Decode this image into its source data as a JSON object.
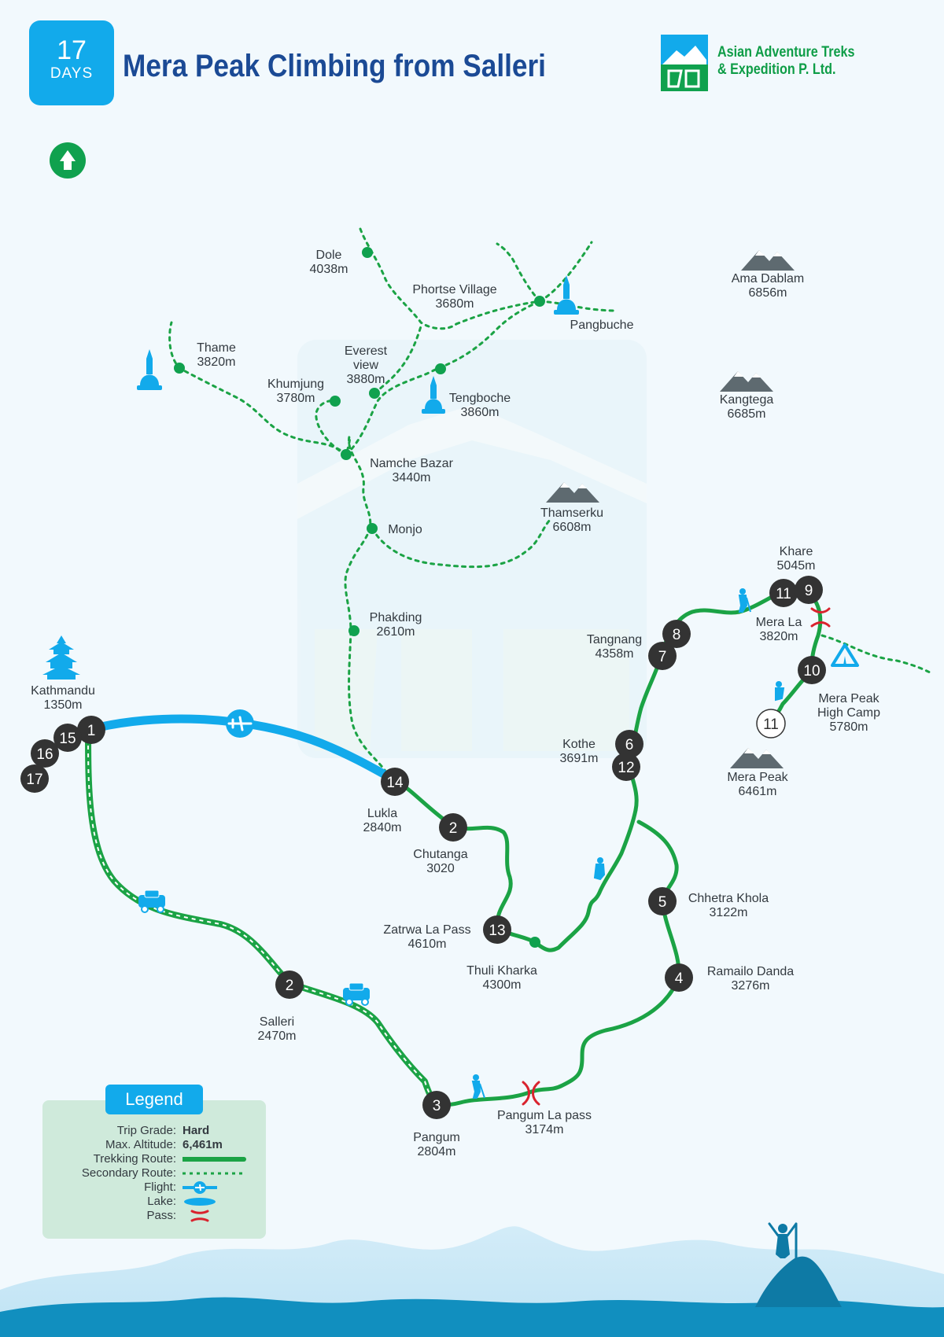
{
  "header": {
    "days_number": "17",
    "days_label": "DAYS",
    "title": "Mera Peak Climbing from Salleri"
  },
  "company": {
    "name_line1": "Asian Adventure Treks",
    "name_line2": "& Expedition P. Ltd."
  },
  "colors": {
    "trekking_route": "#1ba345",
    "secondary_route": "#1ba345",
    "flight": "#12aaeb",
    "node_fill": "#333333",
    "pass": "#d9232e",
    "title": "#1b4a95"
  },
  "places": {
    "kathmandu": {
      "name": "Kathmandu",
      "alt": "1350m"
    },
    "lukla": {
      "name": "Lukla",
      "alt": "2840m"
    },
    "chutanga": {
      "name": "Chutanga",
      "alt": "3020"
    },
    "zatrwa": {
      "name": "Zatrwa La Pass",
      "alt": "4610m"
    },
    "thuli": {
      "name": "Thuli Kharka",
      "alt": "4300m"
    },
    "salleri": {
      "name": "Salleri",
      "alt": "2470m"
    },
    "pangum": {
      "name": "Pangum",
      "alt": "2804m"
    },
    "pangum_pass": {
      "name": "Pangum La pass",
      "alt": "3174m"
    },
    "ramailo": {
      "name": "Ramailo Danda",
      "alt": "3276m"
    },
    "chhetra": {
      "name": "Chhetra Khola",
      "alt": "3122m"
    },
    "kothe": {
      "name": "Kothe",
      "alt": "3691m"
    },
    "tangnang": {
      "name": "Tangnang",
      "alt": "4358m"
    },
    "khare": {
      "name": "Khare",
      "alt": "5045m"
    },
    "mera_la": {
      "name": "Mera La",
      "alt": "3820m"
    },
    "high_camp": {
      "name_l1": "Mera Peak",
      "name_l2": "High Camp",
      "alt": "5780m"
    },
    "mera_peak": {
      "name": "Mera Peak",
      "alt": "6461m"
    },
    "ama_dablam": {
      "name": "Ama Dablam",
      "alt": "6856m"
    },
    "kangtega": {
      "name": "Kangtega",
      "alt": "6685m"
    },
    "thamserku": {
      "name": "Thamserku",
      "alt": "6608m"
    },
    "dole": {
      "name": "Dole",
      "alt": "4038m"
    },
    "phortse": {
      "name": "Phortse Village",
      "alt": "3680m"
    },
    "pangbuche": {
      "name": "Pangbuche"
    },
    "thame": {
      "name": "Thame",
      "alt": "3820m"
    },
    "everest_view": {
      "name_l1": "Everest",
      "name_l2": "view",
      "alt": "3880m"
    },
    "khumjung": {
      "name": "Khumjung",
      "alt": "3780m"
    },
    "tengboche": {
      "name": "Tengboche",
      "alt": "3860m"
    },
    "namche": {
      "name": "Namche Bazar",
      "alt": "3440m"
    },
    "monjo": {
      "name": "Monjo"
    },
    "phakding": {
      "name": "Phakding",
      "alt": "2610m"
    }
  },
  "days": {
    "d1": "1",
    "d2": "2",
    "d3": "3",
    "d4": "4",
    "d5": "5",
    "d6": "6",
    "d7": "7",
    "d8": "8",
    "d9": "9",
    "d10": "10",
    "d11": "11",
    "d12": "12",
    "d13": "13",
    "d14": "14",
    "d15": "15",
    "d16": "16",
    "d17": "17"
  },
  "legend": {
    "title": "Legend",
    "trip_grade_label": "Trip Grade:",
    "trip_grade": "Hard",
    "max_alt_label": "Max. Altitude:",
    "max_alt": "6,461m",
    "trekking_route_label": "Trekking Route:",
    "secondary_route_label": "Secondary Route:",
    "flight_label": "Flight:",
    "lake_label": "Lake:",
    "pass_label": "Pass:"
  }
}
